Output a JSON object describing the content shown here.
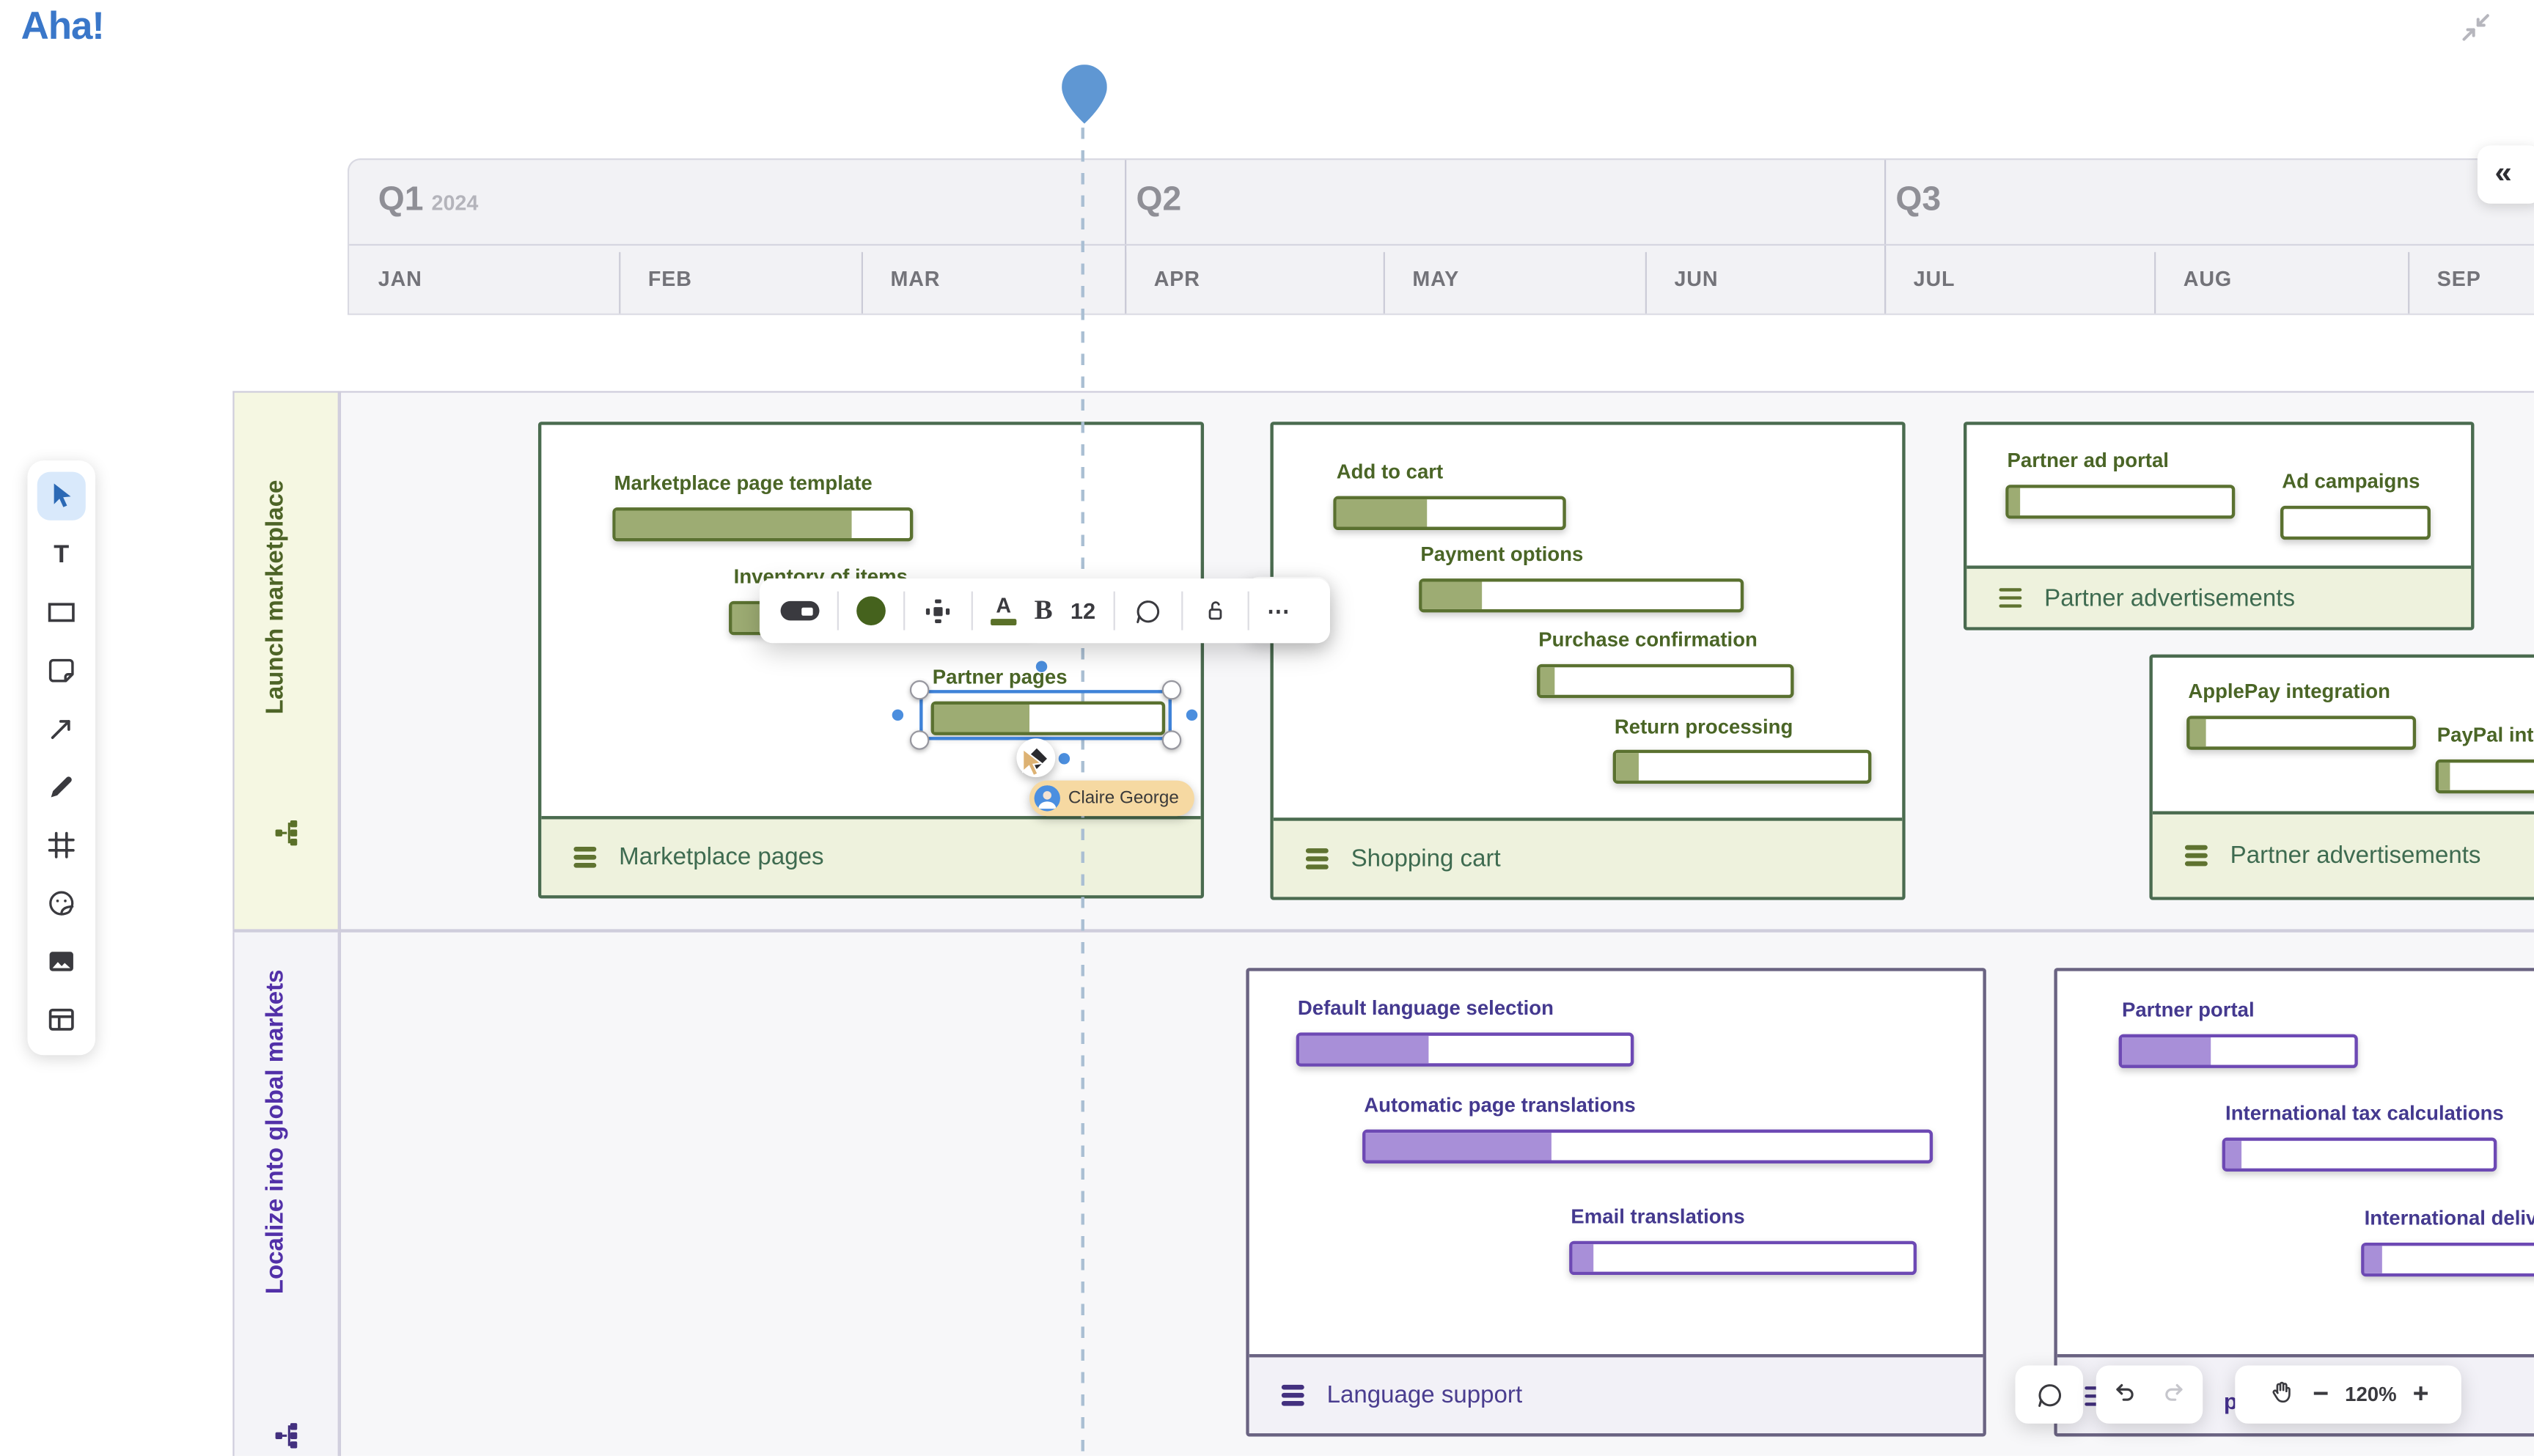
{
  "app": {
    "logo_text": "Aha!"
  },
  "timeline": {
    "quarters": [
      {
        "label": "Q1",
        "year": "2024"
      },
      {
        "label": "Q2",
        "year": ""
      },
      {
        "label": "Q3",
        "year": ""
      }
    ],
    "months": [
      "JAN",
      "FEB",
      "MAR",
      "APR",
      "MAY",
      "JUN",
      "JUL",
      "AUG",
      "SEP"
    ]
  },
  "lanes": [
    {
      "label": "Launch marketplace",
      "theme": "green"
    },
    {
      "label": "Localize into global markets",
      "theme": "purple"
    }
  ],
  "containers": [
    {
      "title": "Marketplace pages",
      "theme": "green",
      "items": [
        {
          "label": "Marketplace page template",
          "progress": 80
        },
        {
          "label": "Inventory of items",
          "progress": 58
        },
        {
          "label": "Partner pages",
          "progress": 42,
          "selected": true
        }
      ]
    },
    {
      "title": "Shopping cart",
      "theme": "green",
      "items": [
        {
          "label": "Add to cart",
          "progress": 40
        },
        {
          "label": "Payment options",
          "progress": 19
        },
        {
          "label": "Purchase confirmation",
          "progress": 6
        },
        {
          "label": "Return processing",
          "progress": 9
        }
      ]
    },
    {
      "title": "Partner advertisements",
      "theme": "green",
      "items": [
        {
          "label": "Partner ad portal",
          "progress": 5
        },
        {
          "label": "Ad campaigns",
          "progress": 0
        }
      ]
    },
    {
      "title": "Partner advertisements",
      "theme": "green",
      "items": [
        {
          "label": "ApplePay integration",
          "progress": 7
        },
        {
          "label": "PayPal inte",
          "progress": 5
        }
      ]
    },
    {
      "title": "Language support",
      "theme": "purple",
      "items": [
        {
          "label": "Default language selection",
          "progress": 39
        },
        {
          "label": "Automatic page translations",
          "progress": 33
        },
        {
          "label": "Email translations",
          "progress": 6
        }
      ]
    },
    {
      "title_visible": "p",
      "theme": "purple",
      "items": [
        {
          "label": "Partner portal",
          "progress": 38
        },
        {
          "label": "International tax calculations",
          "progress": 6
        },
        {
          "label": "International delive",
          "progress": 7
        }
      ]
    }
  ],
  "cursor_label": {
    "user_name": "Claire George"
  },
  "element_toolbar": {
    "text_color_label": "A",
    "bold_label": "B",
    "font_size": "12",
    "more_label": "⋯",
    "icons": [
      "progress-bar-style",
      "color-swatch",
      "position",
      "text-color",
      "bold",
      "font-size",
      "comment",
      "lock-open",
      "more"
    ]
  },
  "canvas_controls": {
    "collapse_button": "«",
    "more_dots": "•••",
    "zoom_level": "120%",
    "zoom_out": "−",
    "zoom_in": "+"
  },
  "left_toolbar_tools": [
    "select",
    "text",
    "shape",
    "sticky-note",
    "connector",
    "pen",
    "frame",
    "sticker",
    "image",
    "template"
  ]
}
